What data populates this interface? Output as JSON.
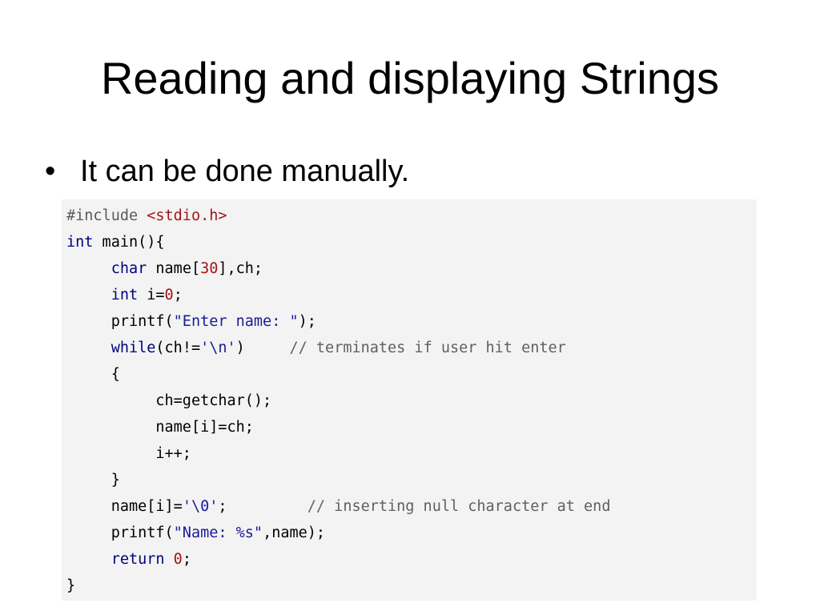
{
  "slide": {
    "title": "Reading and displaying Strings",
    "bullet_marker": "•",
    "bullet": "It can be done manually."
  },
  "code": {
    "lines": [
      {
        "indent": "",
        "tokens": [
          {
            "t": "#include ",
            "c": "pre"
          },
          {
            "t": "<stdio.h>",
            "c": "inc"
          }
        ]
      },
      {
        "indent": "",
        "tokens": [
          {
            "t": "int",
            "c": "kw"
          },
          {
            "t": " main(){",
            "c": "plain"
          }
        ]
      },
      {
        "indent": "     ",
        "tokens": [
          {
            "t": "char",
            "c": "kw"
          },
          {
            "t": " name[",
            "c": "plain"
          },
          {
            "t": "30",
            "c": "num"
          },
          {
            "t": "],ch;",
            "c": "plain"
          }
        ]
      },
      {
        "indent": "     ",
        "tokens": [
          {
            "t": "int",
            "c": "kw"
          },
          {
            "t": " i=",
            "c": "plain"
          },
          {
            "t": "0",
            "c": "num"
          },
          {
            "t": ";",
            "c": "plain"
          }
        ]
      },
      {
        "indent": "     ",
        "tokens": [
          {
            "t": "printf(",
            "c": "plain"
          },
          {
            "t": "\"Enter name: \"",
            "c": "str"
          },
          {
            "t": ");",
            "c": "plain"
          }
        ]
      },
      {
        "indent": "     ",
        "tokens": [
          {
            "t": "while",
            "c": "kw"
          },
          {
            "t": "(ch!=",
            "c": "plain"
          },
          {
            "t": "'\\n'",
            "c": "str"
          },
          {
            "t": ")     ",
            "c": "plain"
          },
          {
            "t": "// terminates if user hit enter",
            "c": "cmt"
          }
        ]
      },
      {
        "indent": "     ",
        "tokens": [
          {
            "t": "{",
            "c": "plain"
          }
        ]
      },
      {
        "indent": "          ",
        "tokens": [
          {
            "t": "ch=getchar();",
            "c": "plain"
          }
        ]
      },
      {
        "indent": "          ",
        "tokens": [
          {
            "t": "name[i]=ch;",
            "c": "plain"
          }
        ]
      },
      {
        "indent": "          ",
        "tokens": [
          {
            "t": "i++;",
            "c": "plain"
          }
        ]
      },
      {
        "indent": "     ",
        "tokens": [
          {
            "t": "}",
            "c": "plain"
          }
        ]
      },
      {
        "indent": "     ",
        "tokens": [
          {
            "t": "name[i]=",
            "c": "plain"
          },
          {
            "t": "'\\0'",
            "c": "str"
          },
          {
            "t": ";         ",
            "c": "plain"
          },
          {
            "t": "// inserting null character at end",
            "c": "cmt"
          }
        ]
      },
      {
        "indent": "     ",
        "tokens": [
          {
            "t": "printf(",
            "c": "plain"
          },
          {
            "t": "\"Name: %s\"",
            "c": "str"
          },
          {
            "t": ",name);",
            "c": "plain"
          }
        ]
      },
      {
        "indent": "     ",
        "tokens": [
          {
            "t": "return",
            "c": "kw"
          },
          {
            "t": " ",
            "c": "plain"
          },
          {
            "t": "0",
            "c": "num"
          },
          {
            "t": ";",
            "c": "plain"
          }
        ]
      },
      {
        "indent": "",
        "tokens": [
          {
            "t": "}",
            "c": "plain"
          }
        ]
      }
    ]
  }
}
